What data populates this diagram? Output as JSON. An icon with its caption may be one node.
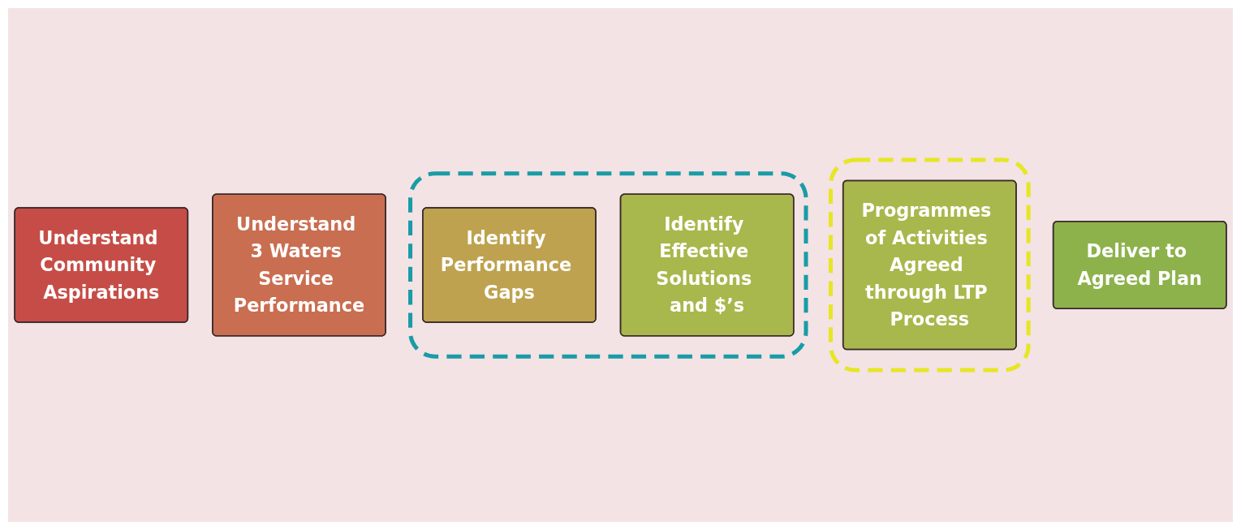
{
  "diagram": {
    "nodes": [
      {
        "text": [
          "Understand Community Aspirations"
        ]
      },
      {
        "text": [
          "Understand 3 Waters Service Performance"
        ]
      },
      {
        "text": [],
        "shape": "box"
      },
      {
        "text": [
          "Identify Performance Gaps"
        ],
        "in": 2
      },
      {
        "text": [
          "Identify Effective Solutions and $’s"
        ],
        "in": 2
      },
      {
        "text": [],
        "shape": "box"
      },
      {
        "text": [
          "Programmes of Activities Agreed through LTP Process"
        ],
        "in": 5
      },
      {
        "text": [
          "Deliver to Agreed Plan"
        ]
      }
    ]
  }
}
